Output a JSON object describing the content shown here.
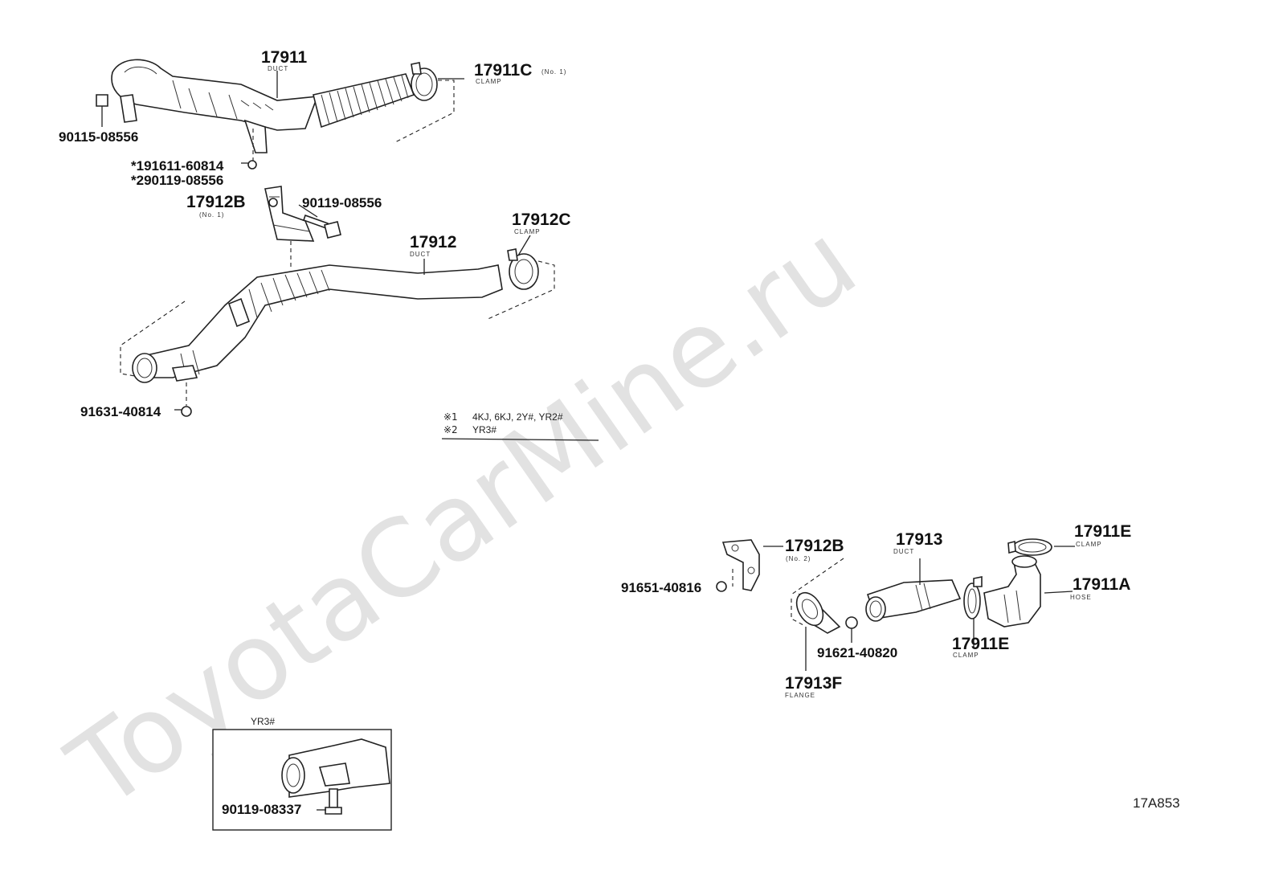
{
  "watermark": "ToyotaCarMine.ru",
  "diagram_code": "17A853",
  "notes": [
    {
      "symbol": "※1",
      "text": "4KJ, 6KJ, 2Y#, YR2#"
    },
    {
      "symbol": "※2",
      "text": "YR3#"
    }
  ],
  "inset": {
    "title": "YR3#",
    "part": "90119-08337"
  },
  "parts": {
    "p17911": {
      "number": "17911",
      "sub": "DUCT"
    },
    "p17911c": {
      "number": "17911C",
      "sub": "CLAMP",
      "suffix": "(No. 1)"
    },
    "p90115": {
      "number": "90115-08556"
    },
    "p91611": {
      "number": "*191611-60814"
    },
    "p90119a": {
      "number": "*290119-08556"
    },
    "p17912b1": {
      "number": "17912B",
      "sub": "(No. 1)"
    },
    "p90119b": {
      "number": "90119-08556"
    },
    "p17912c": {
      "number": "17912C",
      "sub": "CLAMP"
    },
    "p17912": {
      "number": "17912",
      "sub": "DUCT"
    },
    "p91631": {
      "number": "91631-40814"
    },
    "p17912b2": {
      "number": "17912B",
      "sub": "(No. 2)"
    },
    "p91651": {
      "number": "91651-40816"
    },
    "p17913": {
      "number": "17913",
      "sub": "DUCT"
    },
    "p17911e1": {
      "number": "17911E",
      "sub": "CLAMP"
    },
    "p17911a": {
      "number": "17911A",
      "sub": "HOSE"
    },
    "p17911e2": {
      "number": "17911E",
      "sub": "CLAMP"
    },
    "p91621": {
      "number": "91621-40820"
    },
    "p17913f": {
      "number": "17913F",
      "sub": "FLANGE"
    }
  }
}
